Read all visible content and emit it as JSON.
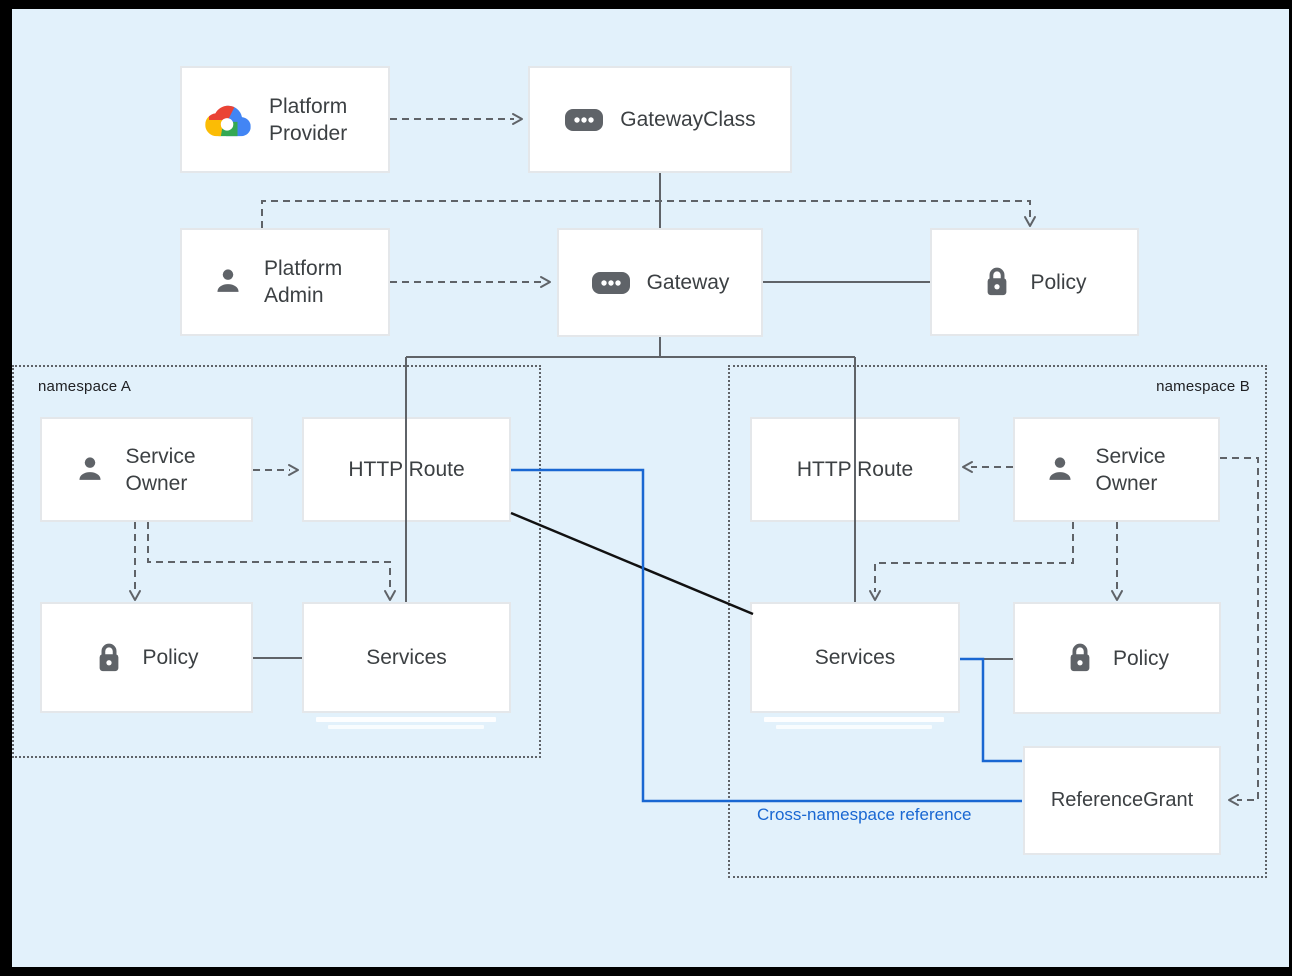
{
  "colors": {
    "background": "#e2f1fb",
    "frame": "#000000",
    "box_fill": "#ffffff",
    "box_border": "#e4e7ea",
    "connector_gray": "#5f6368",
    "line_black": "#111111",
    "line_blue": "#1967d2",
    "text_primary": "#3c4043",
    "icon_gray": "#5f6368",
    "logo_red": "#ea4335",
    "logo_blue": "#4285f4",
    "logo_yellow": "#fbbc05",
    "logo_green": "#34a853"
  },
  "nodes": {
    "platform_provider": {
      "label": "Platform Provider",
      "icon": "google-cloud-logo"
    },
    "gateway_class": {
      "label": "GatewayClass",
      "icon": "resource-pill"
    },
    "platform_admin": {
      "label": "Platform Admin",
      "icon": "person"
    },
    "gateway": {
      "label": "Gateway",
      "icon": "resource-pill"
    },
    "policy_top": {
      "label": "Policy",
      "icon": "lock"
    },
    "service_owner_a": {
      "label": "Service Owner",
      "icon": "person"
    },
    "http_route_a": {
      "label": "HTTP Route"
    },
    "policy_a": {
      "label": "Policy",
      "icon": "lock"
    },
    "services_a": {
      "label": "Services"
    },
    "http_route_b": {
      "label": "HTTP Route"
    },
    "service_owner_b": {
      "label": "Service Owner",
      "icon": "person"
    },
    "services_b": {
      "label": "Services"
    },
    "policy_b": {
      "label": "Policy",
      "icon": "lock"
    },
    "reference_grant": {
      "label": "ReferenceGrant"
    }
  },
  "namespaces": {
    "a": {
      "label": "namespace A"
    },
    "b": {
      "label": "namespace B"
    }
  },
  "annotations": {
    "cross_namespace_reference": "Cross-namespace reference"
  }
}
